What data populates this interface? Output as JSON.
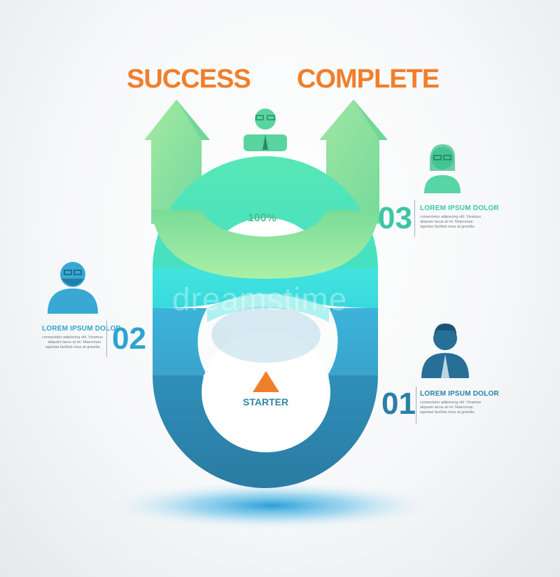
{
  "titles": {
    "left": "SUCCESS",
    "right": "COMPLETE"
  },
  "center": {
    "percent": "100%",
    "start_label": "STARTER"
  },
  "steps": [
    {
      "number": "01",
      "heading": "LOREM IPSUM DOLOR",
      "lines": [
        "consectetur adipiscing elit. Vivamus",
        "aliquam lacus at mi. Maecenas",
        "egestas facilisis risus at gravida."
      ]
    },
    {
      "number": "02",
      "heading": "LOREM IPSUM DOLOR",
      "lines": [
        "consectetur adipiscing elit. Vivamus",
        "aliquam lacus at mi. Maecenas",
        "egestas facilisis risus at gravida."
      ]
    },
    {
      "number": "03",
      "heading": "LOREM IPSUM DOLOR",
      "lines": [
        "consectetur adipiscing elit. Vivamus",
        "aliquam lacus at mi. Maecenas",
        "egestas facilisis risus at gravida."
      ]
    }
  ],
  "watermark": "dreamstime",
  "colors": {
    "title": "#f07f2a",
    "arrow_green": "#7fdc8f",
    "ring_mint": "#55e6b4",
    "ring_cyan": "#3fe0de",
    "ring_blue": "#3aa6d2",
    "ring_navy": "#2a7fa8",
    "step_01": "#2a7fa8",
    "step_02": "#2ea3cf",
    "step_03": "#3cc6a4"
  },
  "icons": [
    "person-glasses-tie-icon",
    "woman-glasses-icon",
    "man-beard-glasses-icon",
    "businessman-icon",
    "triangle-up-icon"
  ]
}
